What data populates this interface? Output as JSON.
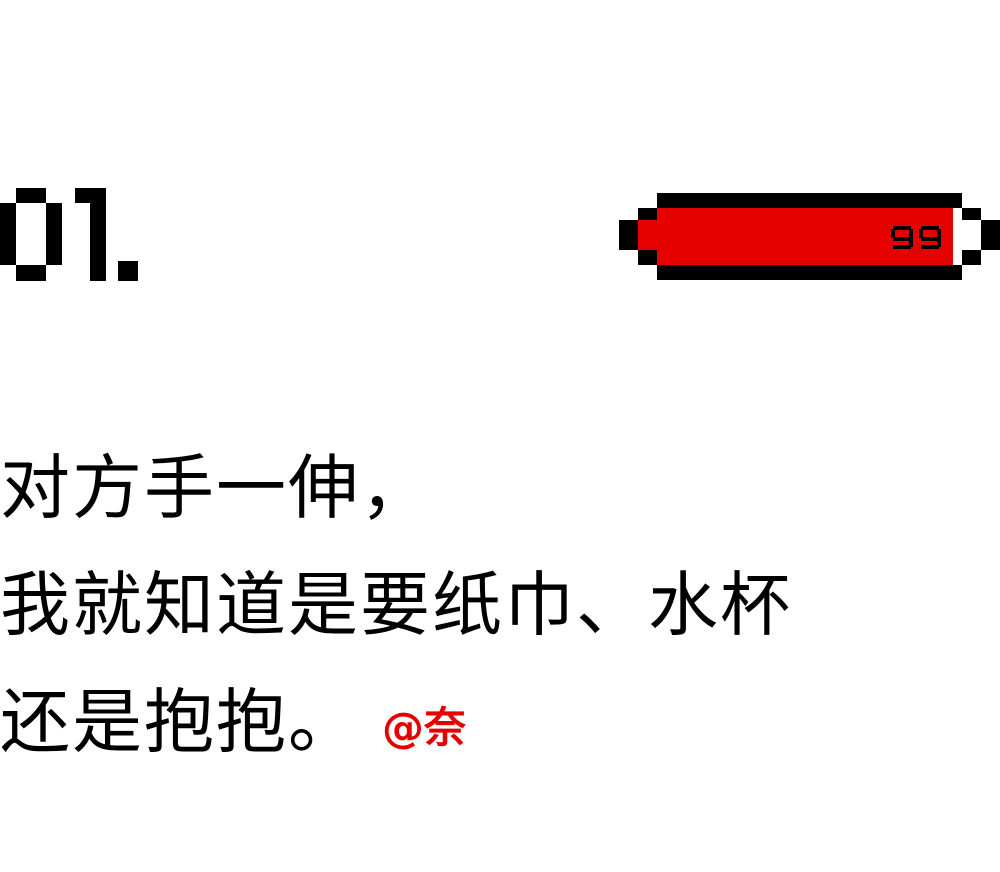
{
  "heading": {
    "number": "01."
  },
  "health_bar": {
    "value": "99",
    "fill_color": "#e60000",
    "border_color": "#000000"
  },
  "quote": {
    "lines": [
      "对方手一伸，",
      "我就知道是要纸巾、水杯",
      "还是抱抱。"
    ],
    "author": "@奈",
    "author_color": "#e60000"
  }
}
